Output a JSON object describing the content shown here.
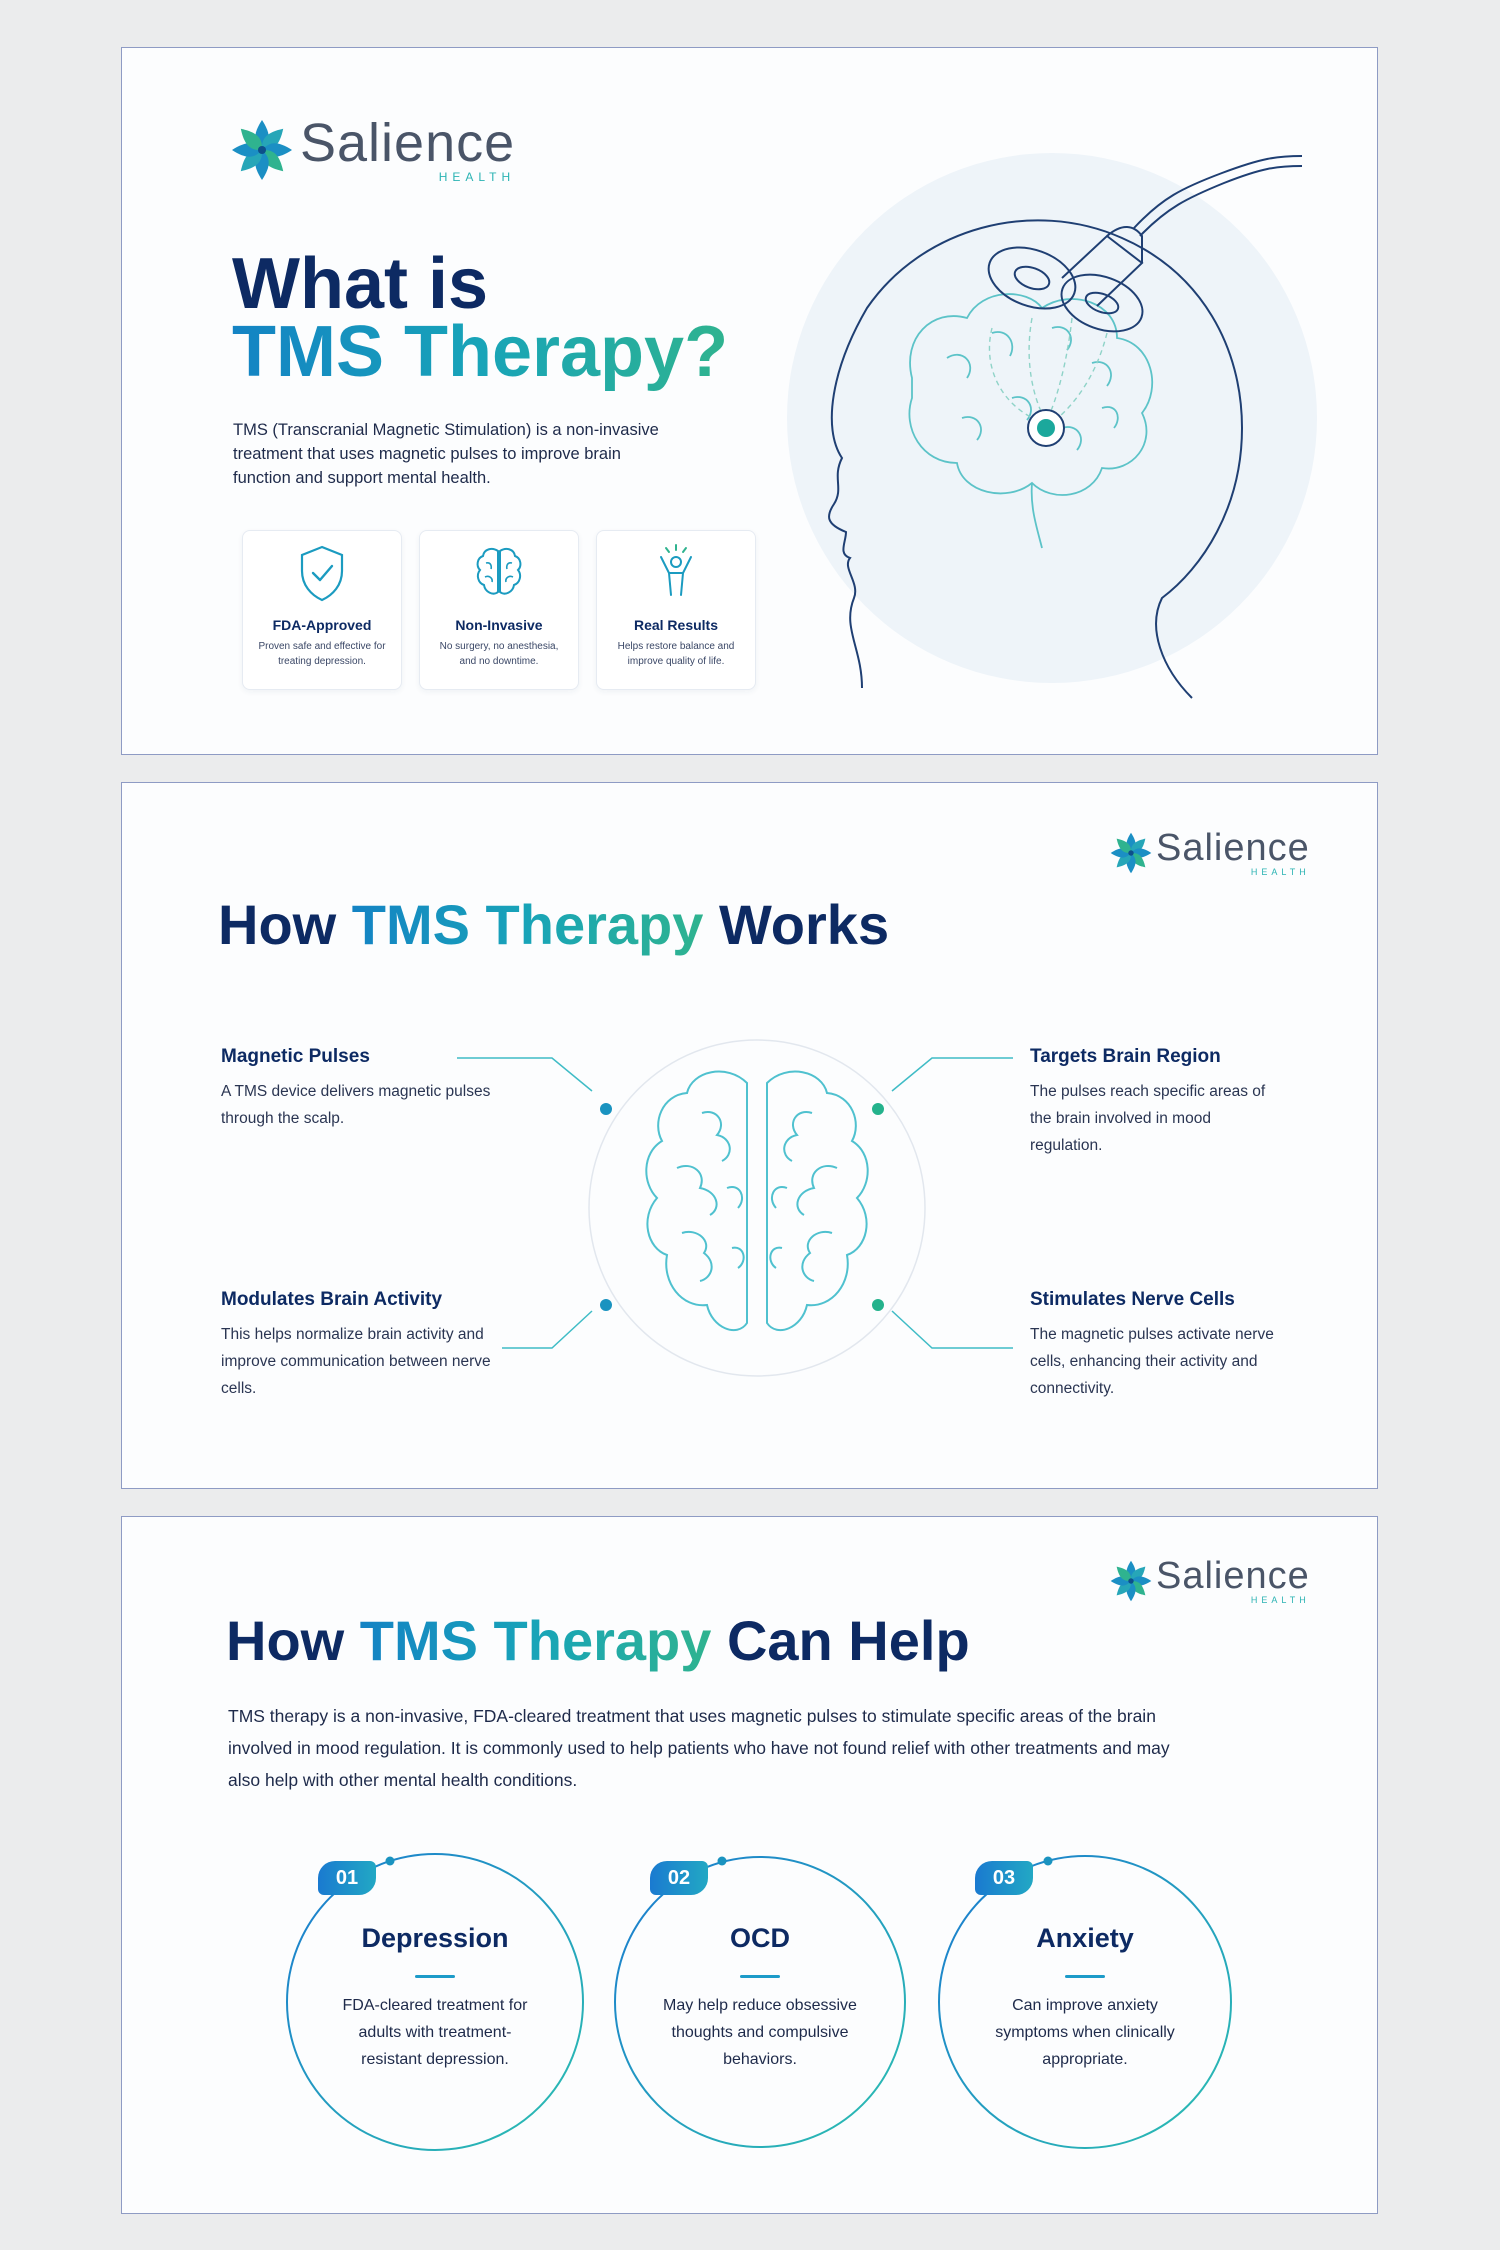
{
  "brand": {
    "name": "Salience",
    "sub": "HEALTH"
  },
  "slide1": {
    "title_line1": "What is",
    "title_line2": "TMS Therapy?",
    "description": "TMS (Transcranial Magnetic Stimulation) is a non-invasive treatment that uses magnetic pulses to improve brain function and support mental health.",
    "features": [
      {
        "icon": "shield-check-icon",
        "title": "FDA-Approved",
        "desc": "Proven safe and effective for treating depression."
      },
      {
        "icon": "brain-icon",
        "title": "Non-Invasive",
        "desc": "No surgery, no anesthesia, and no downtime."
      },
      {
        "icon": "person-raised-arms-icon",
        "title": "Real Results",
        "desc": "Helps restore balance and improve quality of life."
      }
    ]
  },
  "slide2": {
    "title_a": "How ",
    "title_b": "TMS Therapy",
    "title_c": " Works",
    "points": [
      {
        "title": "Magnetic Pulses",
        "desc": "A TMS device delivers magnetic pulses through the scalp."
      },
      {
        "title": "Targets Brain Region",
        "desc": "The pulses reach specific areas of the brain involved in mood regulation."
      },
      {
        "title": "Modulates Brain Activity",
        "desc": "This helps normalize brain activity and improve communication between nerve cells."
      },
      {
        "title": "Stimulates Nerve Cells",
        "desc": "The magnetic pulses activate nerve cells, enhancing their activity and connectivity."
      }
    ]
  },
  "slide3": {
    "title_a": "How ",
    "title_b": "TMS Therapy",
    "title_c": " Can Help",
    "description": "TMS therapy is a non-invasive, FDA-cleared treatment that uses magnetic pulses to stimulate specific areas of the brain involved in mood regulation. It is commonly used to help patients who have not found relief with other treatments and may also help with other mental health conditions.",
    "conditions": [
      {
        "num": "01",
        "title": "Depression",
        "desc": "FDA-cleared treatment for adults with treatment-resistant depression."
      },
      {
        "num": "02",
        "title": "OCD",
        "desc": "May help reduce obsessive thoughts and compulsive behaviors."
      },
      {
        "num": "03",
        "title": "Anxiety",
        "desc": "Can improve anxiety symptoms when clinically appropriate."
      }
    ]
  },
  "colors": {
    "navy": "#0d2a63",
    "teal": "#1ba8b4",
    "blue": "#1483c4",
    "green": "#2fb38f"
  }
}
